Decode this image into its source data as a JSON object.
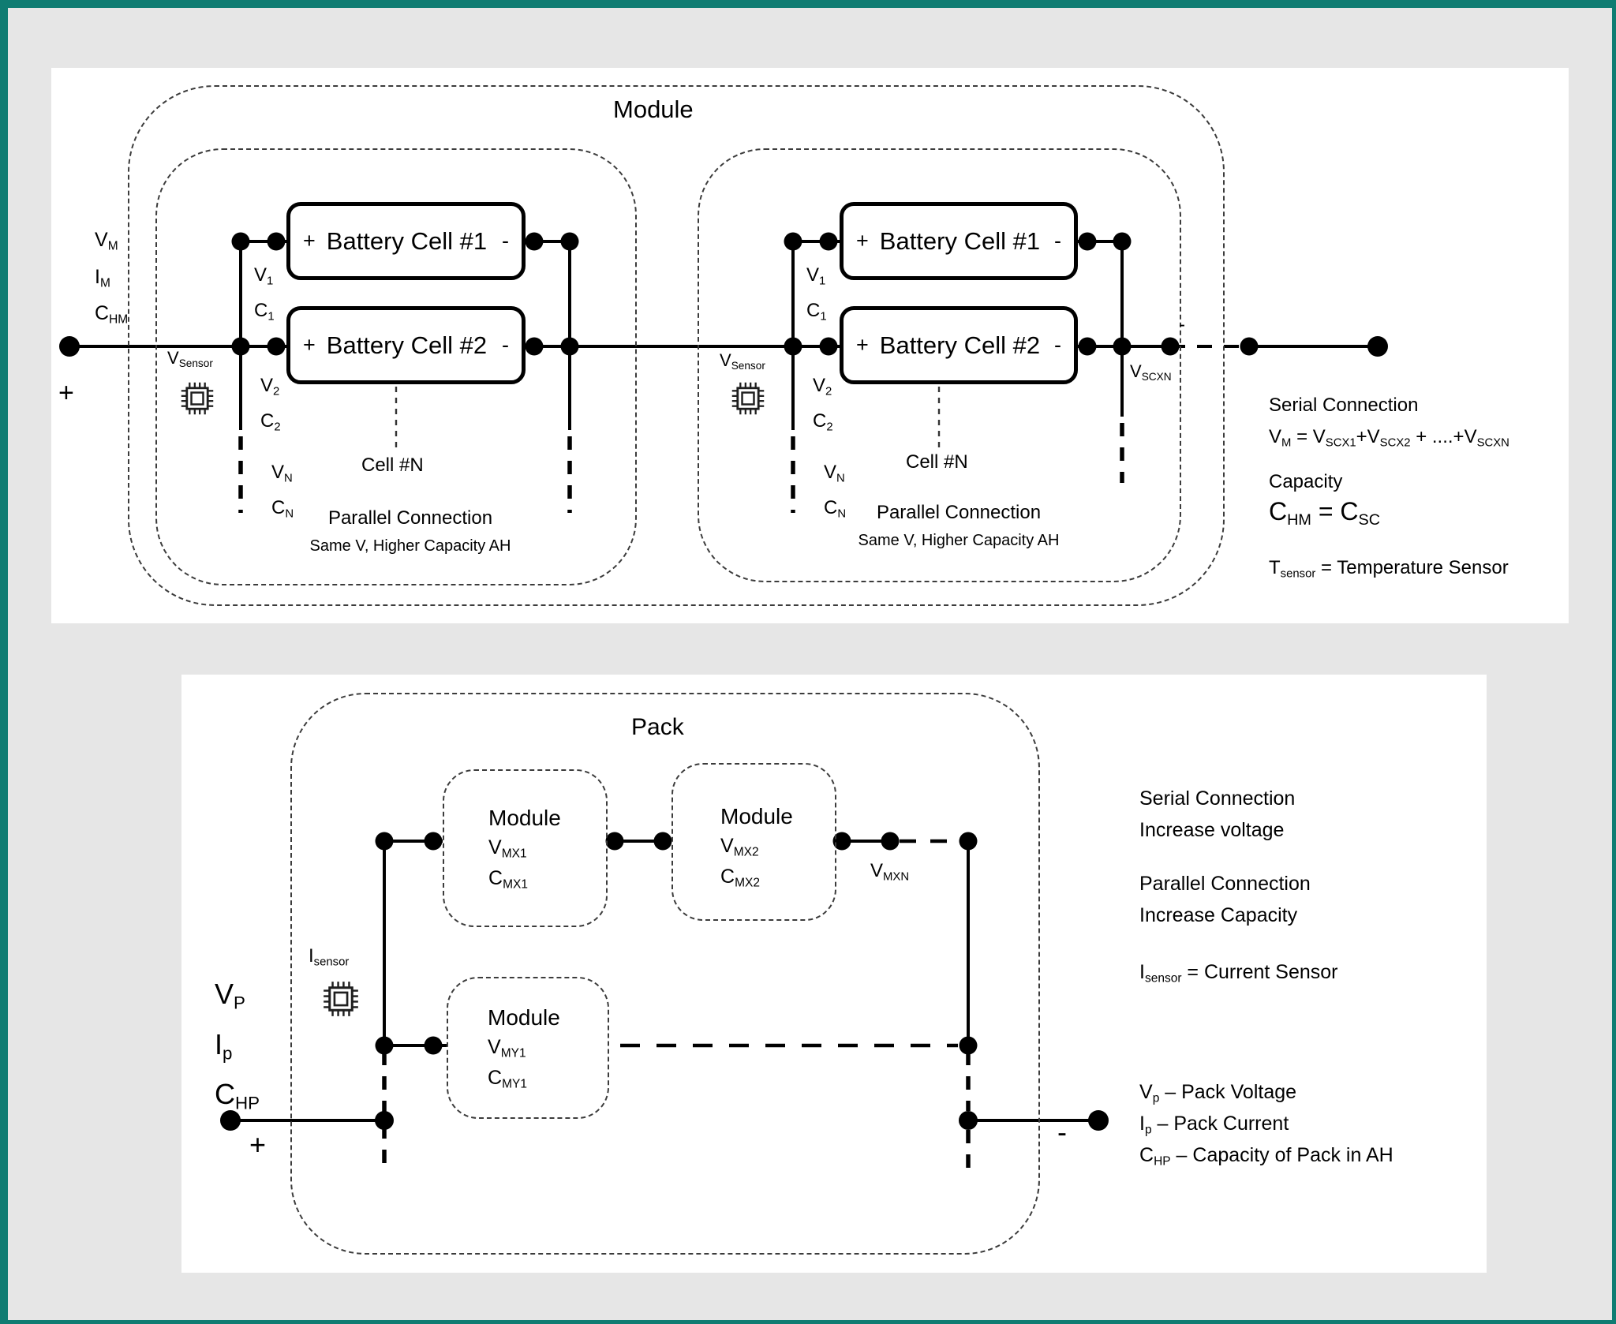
{
  "colors": {
    "frame": "#0f7c72",
    "canvas": "#e6e6e6",
    "panel": "#ffffff",
    "ink": "#000000",
    "dash": "#3c3c3c"
  },
  "module_panel": {
    "title": "Module",
    "terminal_plus": "+",
    "minus_mark": "-",
    "params": [
      [
        {
          "t": "V",
          "s": "M"
        }
      ],
      [
        {
          "t": "I",
          "s": "M"
        }
      ],
      [
        {
          "t": "C",
          "s": "HM"
        }
      ]
    ],
    "vscxn": [
      {
        "t": "V",
        "s": "SCXN"
      }
    ],
    "groups": [
      {
        "sensor": [
          {
            "t": "V",
            "s": "Sensor"
          }
        ],
        "v1": [
          {
            "t": "V",
            "s": "1"
          }
        ],
        "c1": [
          {
            "t": "C",
            "s": "1"
          }
        ],
        "v2": [
          {
            "t": "V",
            "s": "2"
          }
        ],
        "c2": [
          {
            "t": "C",
            "s": "2"
          }
        ],
        "vn": [
          {
            "t": "V",
            "s": "N"
          }
        ],
        "cn": [
          {
            "t": "C",
            "s": "N"
          }
        ],
        "cell_n": "Cell #N",
        "parallel_title": "Parallel Connection",
        "parallel_sub": "Same V, Higher Capacity AH",
        "cells": [
          {
            "plus": "+",
            "name": "Battery Cell #1",
            "minus": "-"
          },
          {
            "plus": "+",
            "name": "Battery Cell #2",
            "minus": "-"
          }
        ]
      },
      {
        "sensor": [
          {
            "t": "V",
            "s": "Sensor"
          }
        ],
        "v1": [
          {
            "t": "V",
            "s": "1"
          }
        ],
        "c1": [
          {
            "t": "C",
            "s": "1"
          }
        ],
        "v2": [
          {
            "t": "V",
            "s": "2"
          }
        ],
        "c2": [
          {
            "t": "C",
            "s": "2"
          }
        ],
        "vn": [
          {
            "t": "V",
            "s": "N"
          }
        ],
        "cn": [
          {
            "t": "C",
            "s": "N"
          }
        ],
        "cell_n": "Cell #N",
        "parallel_title": "Parallel Connection",
        "parallel_sub": "Same V, Higher Capacity AH",
        "cells": [
          {
            "plus": "+",
            "name": "Battery Cell #1",
            "minus": "-"
          },
          {
            "plus": "+",
            "name": "Battery Cell #2",
            "minus": "-"
          }
        ]
      }
    ],
    "notes": {
      "serial_title": "Serial Connection",
      "serial_formula": [
        {
          "t": "V",
          "s": "M"
        },
        {
          "t": " = V",
          "s": "SCX1"
        },
        {
          "t": "+V",
          "s": "SCX2"
        },
        {
          "t": " + ....+V",
          "s": "SCXN"
        }
      ],
      "capacity_title": "Capacity",
      "capacity_formula": [
        {
          "t": "C",
          "s": "HM"
        },
        {
          "t": " = C",
          "s": "SC"
        }
      ],
      "tsensor": [
        {
          "t": "T",
          "s": "sensor"
        },
        {
          "t": " = Temperature Sensor"
        }
      ]
    }
  },
  "pack_panel": {
    "title": "Pack",
    "terminal_plus": "+",
    "terminal_minus": "-",
    "params": [
      [
        {
          "t": "V",
          "s": "P"
        }
      ],
      [
        {
          "t": "I",
          "s": "p"
        }
      ],
      [
        {
          "t": "C",
          "s": "HP"
        }
      ]
    ],
    "isensor": [
      {
        "t": "I",
        "s": "sensor"
      }
    ],
    "vmxn": [
      {
        "t": "V",
        "s": "MXN"
      }
    ],
    "modules": [
      {
        "title": "Module",
        "v": [
          {
            "t": "V",
            "s": "MX1"
          }
        ],
        "c": [
          {
            "t": "C",
            "s": "MX1"
          }
        ]
      },
      {
        "title": "Module",
        "v": [
          {
            "t": "V",
            "s": "MX2"
          }
        ],
        "c": [
          {
            "t": "C",
            "s": "MX2"
          }
        ]
      },
      {
        "title": "Module",
        "v": [
          {
            "t": "V",
            "s": "MY1"
          }
        ],
        "c": [
          {
            "t": "C",
            "s": "MY1"
          }
        ]
      }
    ],
    "notes": {
      "serial": [
        "Serial Connection",
        "Increase voltage"
      ],
      "parallel": [
        "Parallel Connection",
        "Increase Capacity"
      ],
      "isensor_note": [
        {
          "t": "I",
          "s": "sensor"
        },
        {
          "t": " = Current Sensor"
        }
      ],
      "legend": [
        [
          {
            "t": "V",
            "s": "p"
          },
          {
            "t": " – Pack Voltage"
          }
        ],
        [
          {
            "t": "I",
            "s": "p"
          },
          {
            "t": " – Pack Current"
          }
        ],
        [
          {
            "t": "C",
            "s": "HP"
          },
          {
            "t": " – Capacity of Pack in AH"
          }
        ]
      ]
    }
  }
}
